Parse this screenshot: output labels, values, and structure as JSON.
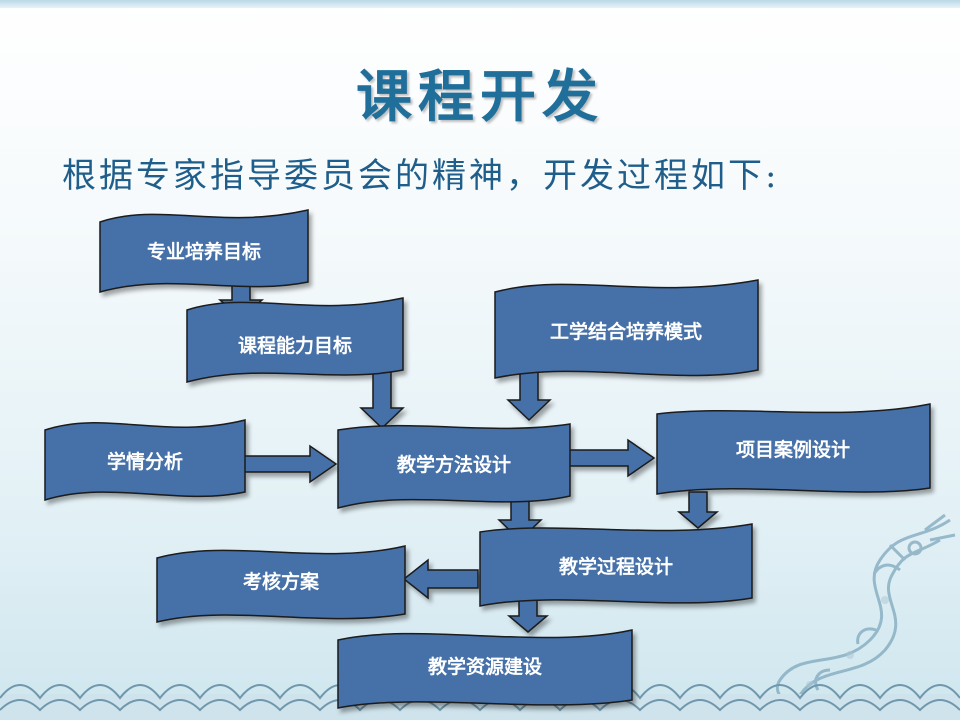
{
  "slide": {
    "title": "课程开发",
    "subtitle": "根据专家指导委员会的精神，开发过程如下:"
  },
  "flowchart": {
    "nodes": {
      "professional_goal": "专业培养目标",
      "course_ability_goal": "课程能力目标",
      "work_study_mode": "工学结合培养模式",
      "learner_analysis": "学情分析",
      "teaching_method_design": "教学方法设计",
      "project_case_design": "项目案例设计",
      "teaching_process_design": "教学过程设计",
      "assessment_plan": "考核方案",
      "teaching_resource_building": "教学资源建设"
    }
  },
  "colors": {
    "box_fill": "#4470a8",
    "box_stroke": "#1a1a1a",
    "title": "#1f6f9a",
    "subtitle": "#1f5e8a",
    "decor": "#7fa8bd"
  },
  "decorations": [
    "wave-pattern",
    "dragon-ornament"
  ]
}
